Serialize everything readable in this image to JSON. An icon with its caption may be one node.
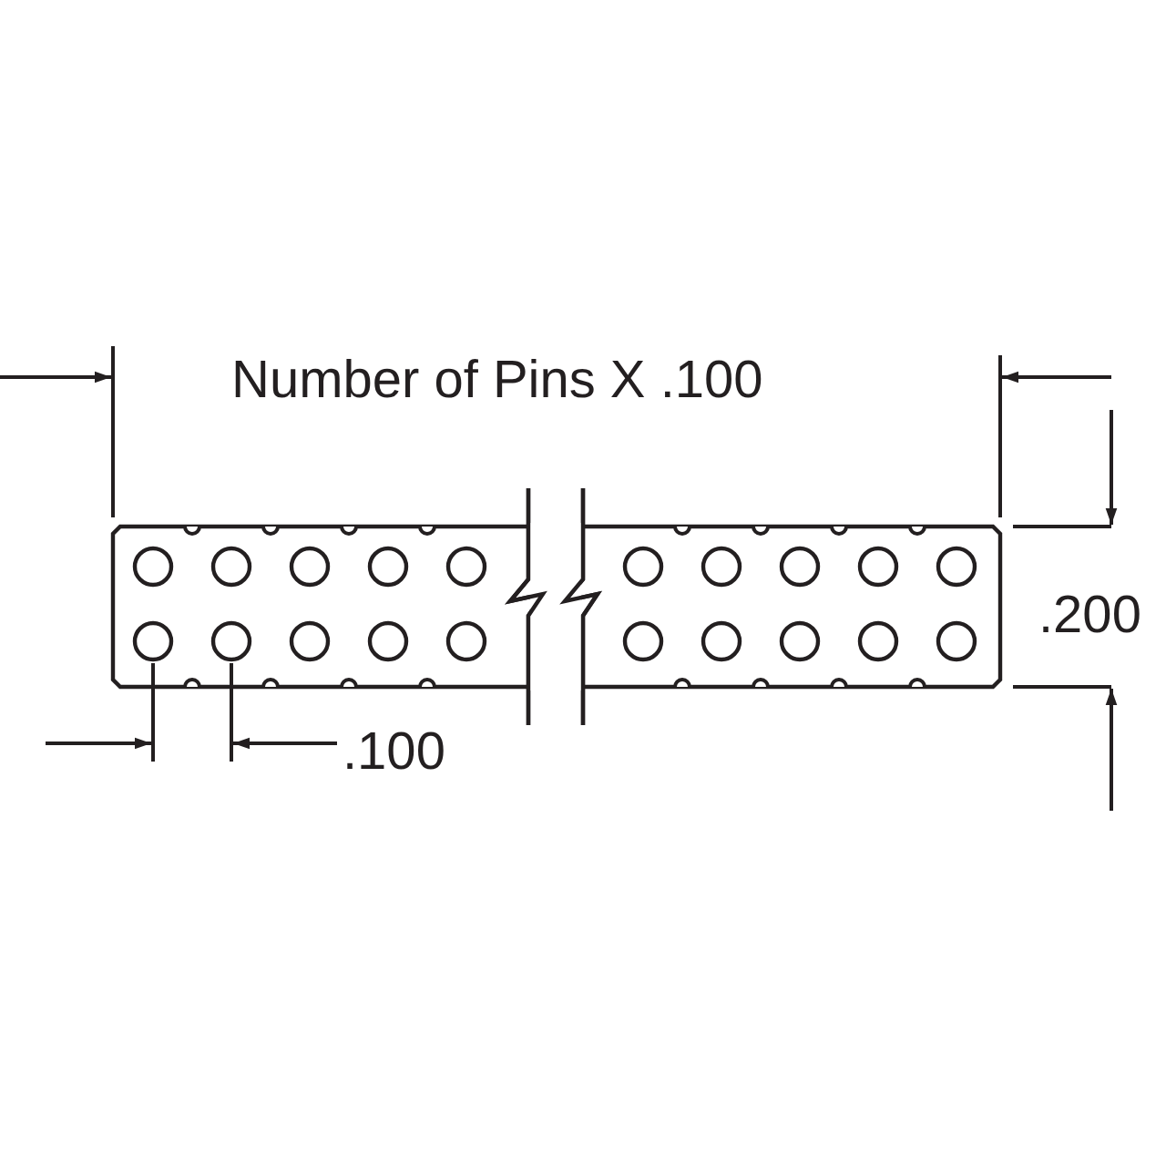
{
  "diagram": {
    "labels": [
      "Number of Pins X .100",
      ".200",
      ".100"
    ]
  }
}
